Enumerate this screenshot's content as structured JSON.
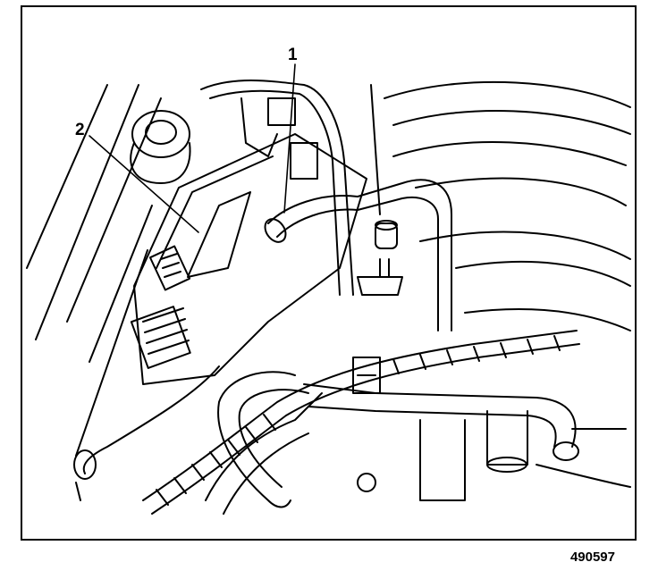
{
  "callouts": {
    "one": "1",
    "two": "2"
  },
  "figure_id": "490597",
  "colors": {
    "ink": "#000000",
    "paper": "#ffffff"
  }
}
